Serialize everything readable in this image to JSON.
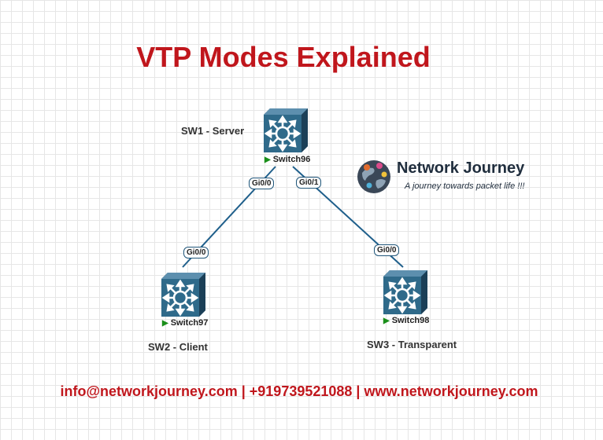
{
  "title": "VTP Modes Explained",
  "switches": [
    {
      "hostname": "Switch96",
      "role": "SW1 - Server"
    },
    {
      "hostname": "Switch97",
      "role": "SW2 - Client"
    },
    {
      "hostname": "Switch98",
      "role": "SW3 - Transparent"
    }
  ],
  "ports": {
    "sw1_left": "Gi0/0",
    "sw1_right": "Gi0/1",
    "sw2": "Gi0/0",
    "sw3": "Gi0/0"
  },
  "logo": {
    "name": "Network Journey",
    "tagline": "A journey towards packet life !!!"
  },
  "footer": "info@networkjourney.com | +919739521088 | www.networkjourney.com",
  "colors": {
    "title": "#c0161c",
    "link": "#1f5f8b",
    "switch_body": "#2f6a8a",
    "status_icon": "#1a8f1a"
  },
  "icons": {
    "switch": "layer3-switch-icon",
    "status": "play-icon",
    "logo": "globe-people-icon"
  }
}
